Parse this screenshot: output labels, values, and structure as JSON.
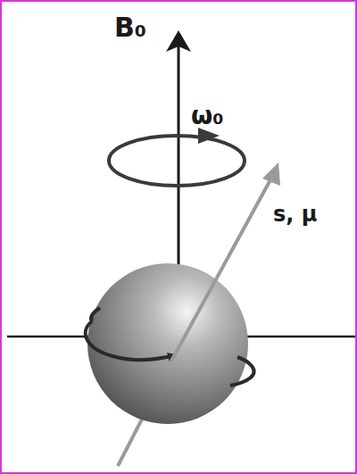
{
  "diagram": {
    "labels": [
      "B₀",
      "ω₀",
      "s, μ"
    ]
  }
}
